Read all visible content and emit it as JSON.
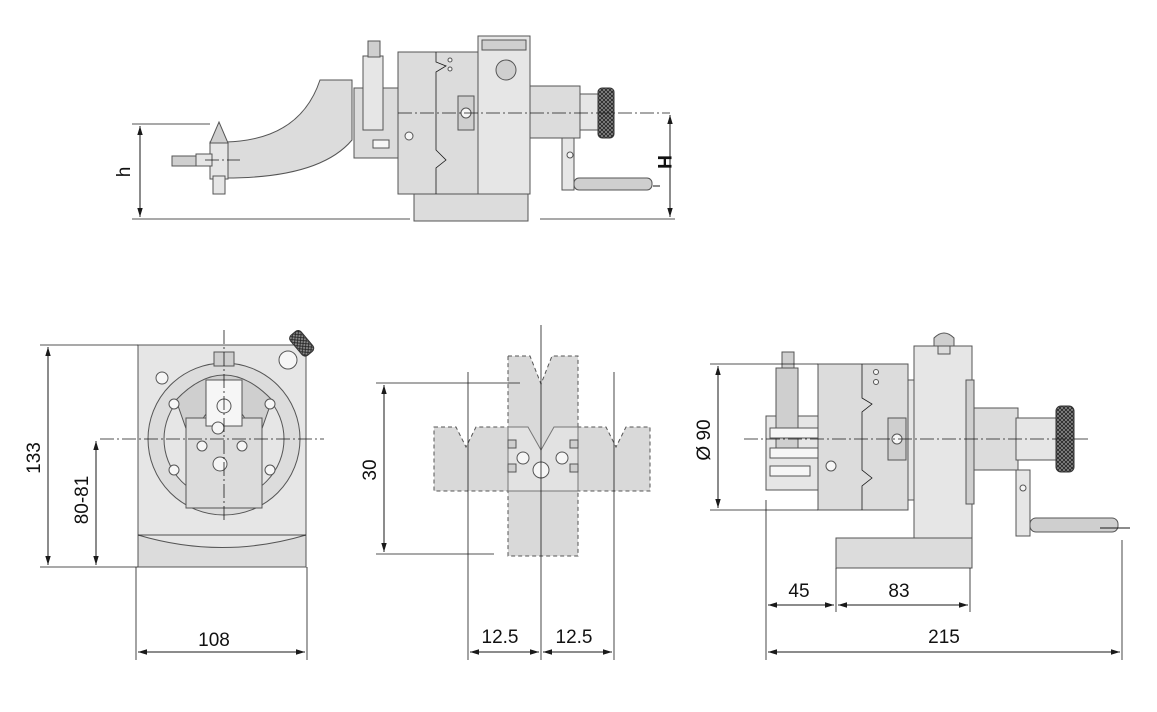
{
  "labels": {
    "h": "h",
    "H": "H",
    "height_total": "133",
    "center_height": "80-81",
    "width_base": "108",
    "v_height": "30",
    "v_half_left": "12.5",
    "v_half_right": "12.5",
    "diameter": "Ø 90",
    "len_45": "45",
    "len_83": "83",
    "len_total": "215"
  },
  "colors": {
    "part_fill": "#dcdcdc",
    "line": "#1a1a1a"
  }
}
